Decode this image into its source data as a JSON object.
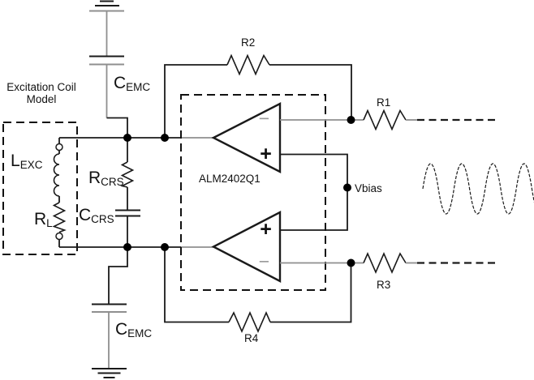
{
  "figure": {
    "type": "circuit-schematic",
    "excitation_model": {
      "caption_line1": "Excitation Coil",
      "caption_line2": "Model",
      "inductor": {
        "name": "L",
        "sub": "EXC"
      },
      "load_resistor": {
        "name": "R",
        "sub": "L"
      }
    },
    "snubber": {
      "resistor": {
        "name": "R",
        "sub": "CRS"
      },
      "capacitor": {
        "name": "C",
        "sub": "CRS"
      }
    },
    "emc_capacitors": {
      "top": {
        "name": "C",
        "sub": "EMC"
      },
      "bottom": {
        "name": "C",
        "sub": "EMC"
      }
    },
    "amplifier": {
      "part_number": "ALM2402Q1",
      "top_opamp": {
        "inverting": "−",
        "noninverting": "+"
      },
      "bottom_opamp": {
        "inverting": "−",
        "noninverting": "+"
      }
    },
    "resistors": {
      "r1": "R1",
      "r2": "R2",
      "r3": "R3",
      "r4": "R4"
    },
    "nets": {
      "vbias": "Vbias"
    },
    "colors": {
      "line": "#1a1a1a",
      "gray_line": "#8f8f8f",
      "background": "#ffffff"
    }
  }
}
